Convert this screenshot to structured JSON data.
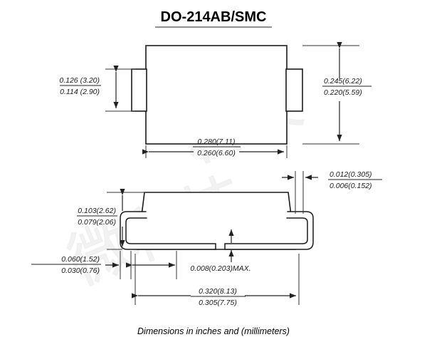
{
  "title": "DO-214AB/SMC",
  "footer_note": "Dimensions in inches and (millimeters)",
  "watermark": "微科技",
  "views": {
    "top_view": {
      "name": "top-view",
      "dimensions": {
        "width_left": {
          "max": "0.126 (3.20)",
          "min": "0.114 (2.90)"
        },
        "height_right": {
          "max": "0.245(6.22)",
          "min": "0.220(5.59)"
        },
        "body_width_bottom": {
          "max": "0.280(7.11)",
          "min": "0.260(6.60)"
        }
      }
    },
    "side_view": {
      "name": "side-view",
      "dimensions": {
        "lead_thickness": {
          "max": "0.012(0.305)",
          "min": "0.006(0.152)"
        },
        "body_height": {
          "max": "0.103(2.62)",
          "min": "0.079(2.06)"
        },
        "foot_length": {
          "max": "0.060(1.52)",
          "min": "0.030(0.76)"
        },
        "standoff": {
          "value": "0.008(0.203)MAX."
        },
        "overall_length": {
          "max": "0.320(8.13)",
          "min": "0.305(7.75)"
        }
      }
    }
  },
  "colors": {
    "line": "#1a1a1a",
    "text": "#000000",
    "background": "#ffffff",
    "watermark": "#f0f0f0"
  }
}
